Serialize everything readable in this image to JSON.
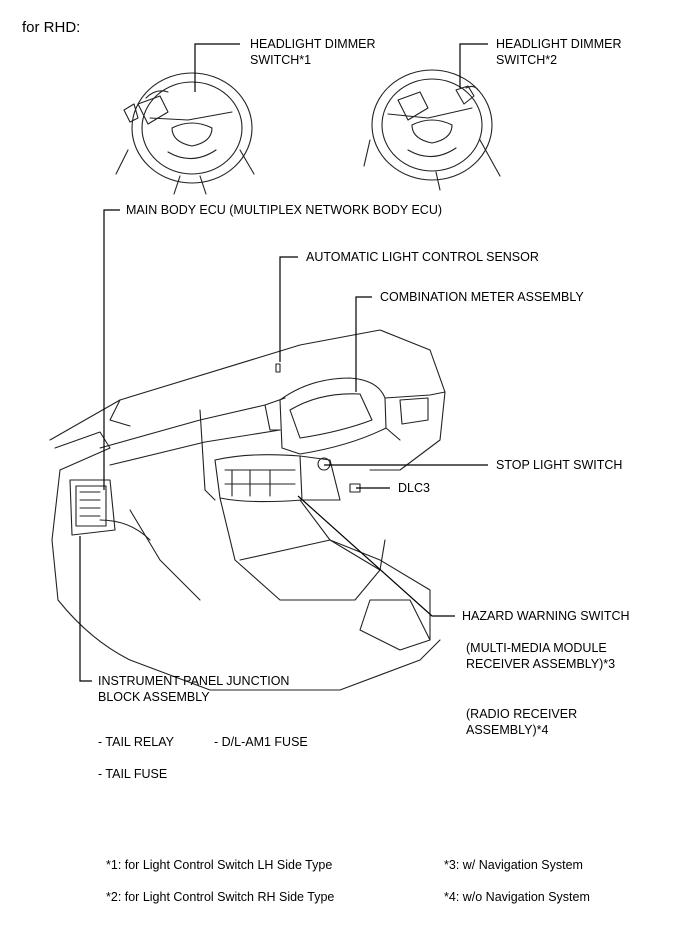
{
  "header": {
    "title": "for RHD:"
  },
  "labels": {
    "headlight_dimmer_1": [
      "HEADLIGHT DIMMER",
      "SWITCH*1"
    ],
    "headlight_dimmer_2": [
      "HEADLIGHT DIMMER",
      "SWITCH*2"
    ],
    "main_body_ecu": "MAIN BODY ECU (MULTIPLEX NETWORK BODY ECU)",
    "auto_light_sensor": "AUTOMATIC LIGHT CONTROL SENSOR",
    "combination_meter": "COMBINATION METER ASSEMBLY",
    "stop_light_switch": "STOP LIGHT SWITCH",
    "dlc3": "DLC3",
    "hazard_warning_switch": "HAZARD WARNING SWITCH",
    "multimedia_module": [
      "(MULTI-MEDIA MODULE",
      "RECEIVER ASSEMBLY)*3"
    ],
    "radio_receiver": [
      "(RADIO RECEIVER",
      "ASSEMBLY)*4"
    ],
    "ip_junction_block": [
      "INSTRUMENT PANEL JUNCTION",
      "BLOCK ASSEMBLY"
    ],
    "tail_relay": "- TAIL RELAY",
    "dl_am1_fuse": "- D/L-AM1 FUSE",
    "tail_fuse": "- TAIL FUSE"
  },
  "footnotes": {
    "note1": "*1: for Light Control Switch LH Side Type",
    "note2": "*2: for Light Control Switch RH Side Type",
    "note3": "*3: w/ Navigation System",
    "note4": "*4: w/o Navigation System"
  }
}
